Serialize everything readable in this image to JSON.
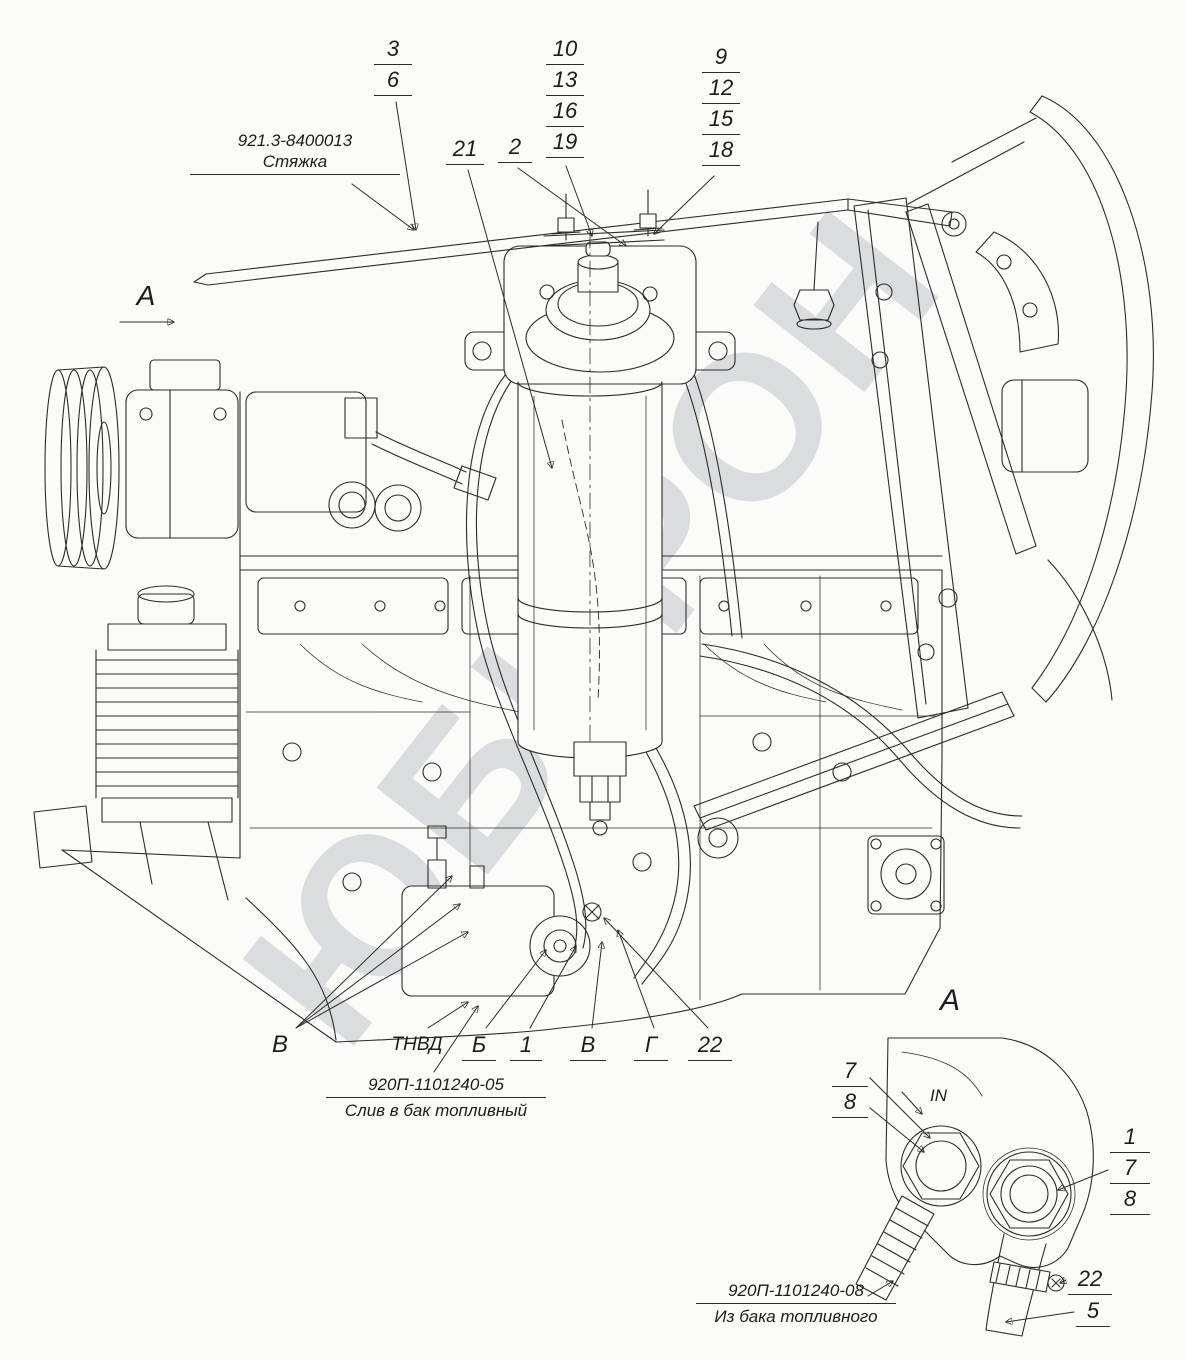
{
  "watermark": {
    "text": "ЮБИРОН"
  },
  "view_arrow": {
    "label": "А"
  },
  "top_callouts": {
    "stack_a": [
      "3",
      "6"
    ],
    "stack_b": [
      "10",
      "13",
      "16",
      "19"
    ],
    "stack_c": [
      "9",
      "12",
      "15",
      "18"
    ],
    "single_21": "21",
    "single_2": "2"
  },
  "tie_label": {
    "part_no": "921.3-8400013",
    "name": "Стяжка"
  },
  "bottom_callouts": {
    "v_left": "В",
    "tnvd": "ТНВД",
    "b": "Б",
    "one": "1",
    "v_right": "В",
    "g": "Г",
    "n22": "22"
  },
  "drain_label": {
    "part_no": "920П-1101240-05",
    "name": "Слив в бак топливный"
  },
  "detail_a": {
    "title": "А",
    "left_stack": [
      "7",
      "8"
    ],
    "in_port": "IN",
    "right_stack": [
      "1",
      "7",
      "8"
    ],
    "n22": "22",
    "n5": "5",
    "inlet_label": {
      "part_no": "920П-1101240-08",
      "name": "Из бака топливного"
    }
  },
  "colors": {
    "line": "#2b2b2b",
    "paper": "#fbfbf9",
    "watermark": "#9ba0a6"
  }
}
